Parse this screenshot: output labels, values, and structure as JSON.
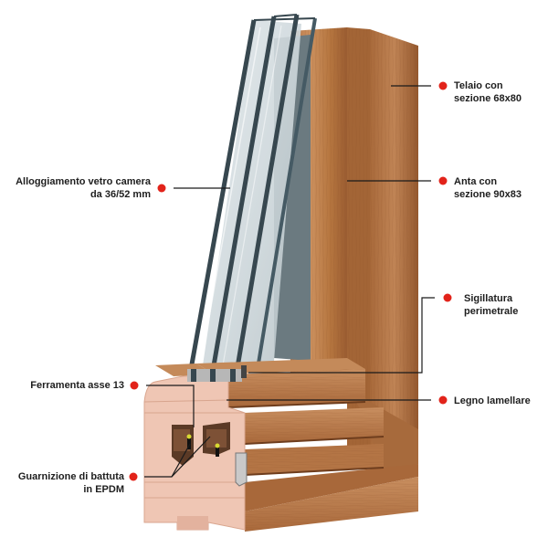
{
  "colors": {
    "dot": "#e2231a",
    "leader": "#1a1a1a",
    "wood_light": "#c58a5e",
    "wood_mid": "#b27444",
    "wood_dark": "#8d5530",
    "section_face": "#f0c9b8",
    "glass": "#cfd8dc",
    "glass_edge": "#37474f"
  },
  "callouts": {
    "telaio": {
      "line1": "Telaio con",
      "line2": "sezione 68x80"
    },
    "anta": {
      "line1": "Anta con",
      "line2": "sezione 90x83"
    },
    "sigillatura": {
      "line1": "Sigillatura",
      "line2": "perimetrale"
    },
    "legno": {
      "line1": "Legno lamellare"
    },
    "vetro": {
      "line1": "Alloggiamento vetro camera",
      "line2": "da 36/52 mm"
    },
    "ferramenta": {
      "line1": "Ferramenta asse 13"
    },
    "guarnizione": {
      "line1": "Guarnizione di battuta",
      "line2": "in EPDM"
    }
  }
}
